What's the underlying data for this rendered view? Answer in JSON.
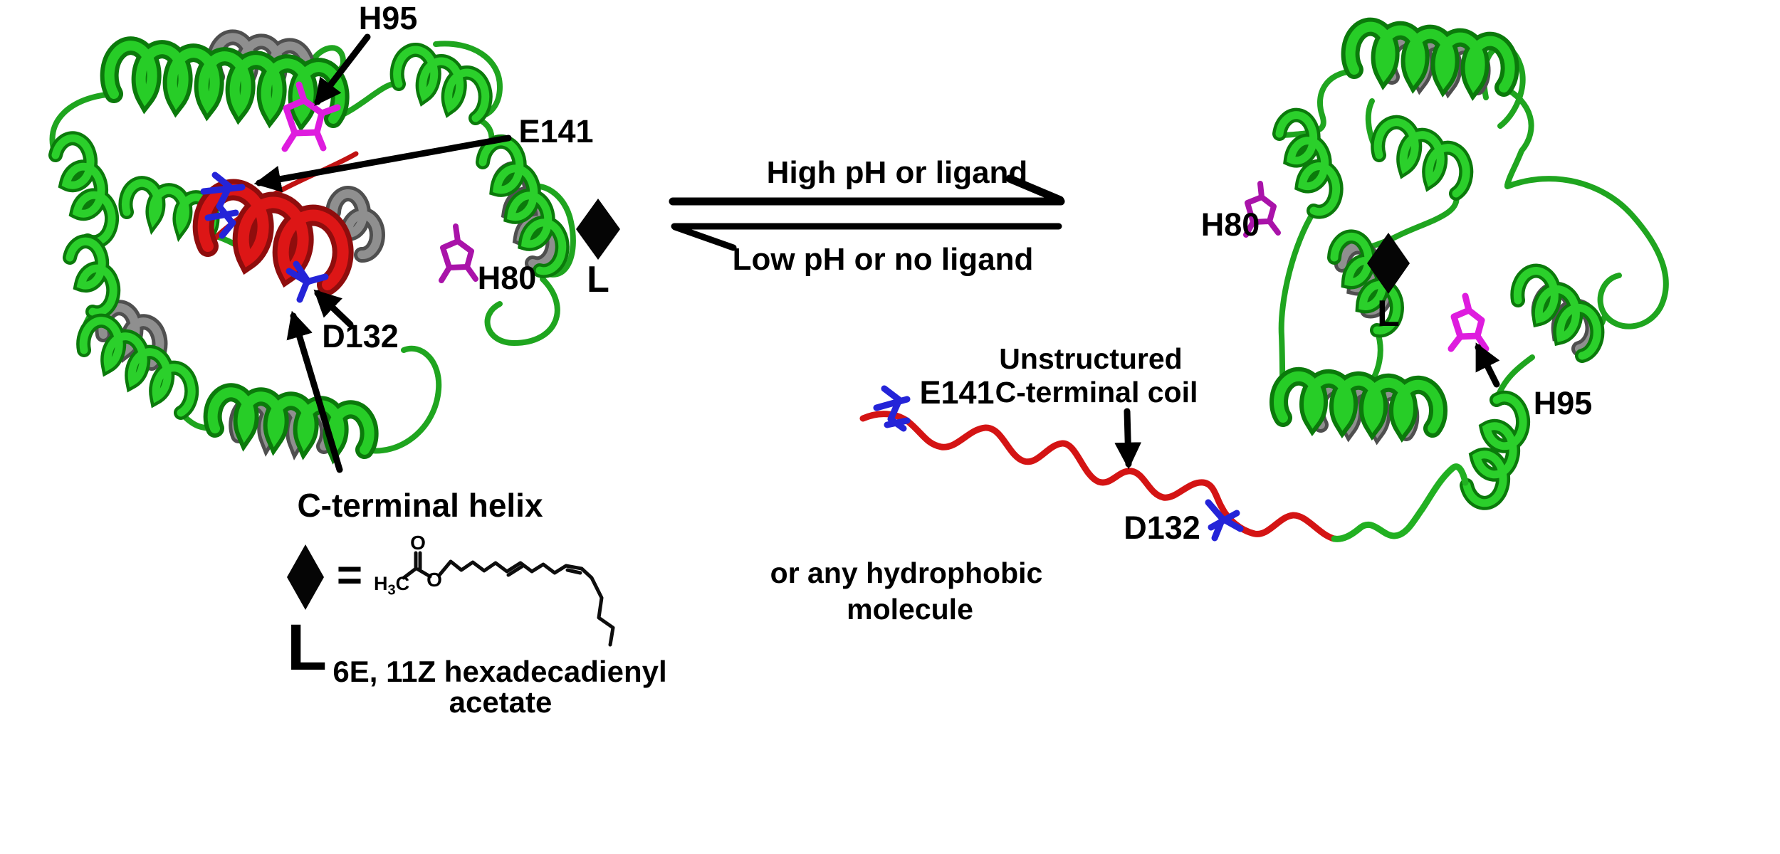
{
  "figure": {
    "left_state": {
      "residue_labels": {
        "h95": "H95",
        "e141": "E141",
        "h80": "H80",
        "d132": "D132"
      },
      "helix_label": "C-terminal helix",
      "ligand_symbol": "L"
    },
    "equilibrium": {
      "forward": "High pH or ligand",
      "reverse": "Low pH or no ligand"
    },
    "right_state": {
      "residue_labels": {
        "h80": "H80",
        "h95": "H95",
        "e141": "E141",
        "d132": "D132"
      },
      "coil_label_line1": "Unstructured",
      "coil_label_line2": "C-terminal coil",
      "ligand_symbol": "L"
    },
    "legend": {
      "ligand_symbol": "L",
      "equals": "=",
      "chem": {
        "h": "H",
        "three": "3",
        "c": "C",
        "o_carbonyl": "O",
        "o_ester": "O"
      },
      "compound_line1": "6E, 11Z hexadecadienyl",
      "compound_line2": "acetate",
      "alt_line1": "or any hydrophobic",
      "alt_line2": "molecule"
    },
    "colors": {
      "helix_green": "#27cd27",
      "shadow_gray": "#8f8f8f",
      "c_terminal_red": "#dd1616",
      "histidine_magenta": "#de1cde",
      "histidine_purple": "#a913a9",
      "acidic_blue": "#2424d8",
      "annotation_black": "#000000"
    }
  }
}
